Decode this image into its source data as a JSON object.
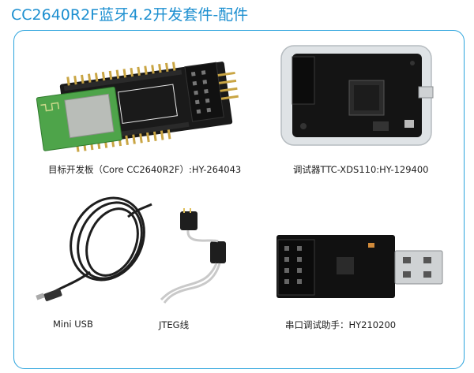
{
  "header": {
    "title": "CC2640R2F蓝牙4.2开发套件-配件"
  },
  "items": [
    {
      "caption": "目标开发板（Core CC2640R2F）:HY-264043"
    },
    {
      "caption": "调试器TTC-XDS110:HY-129400"
    },
    {
      "caption": "Mini USB"
    },
    {
      "caption": "JTEG线"
    },
    {
      "caption": "串口调试助手：HY210200"
    }
  ]
}
